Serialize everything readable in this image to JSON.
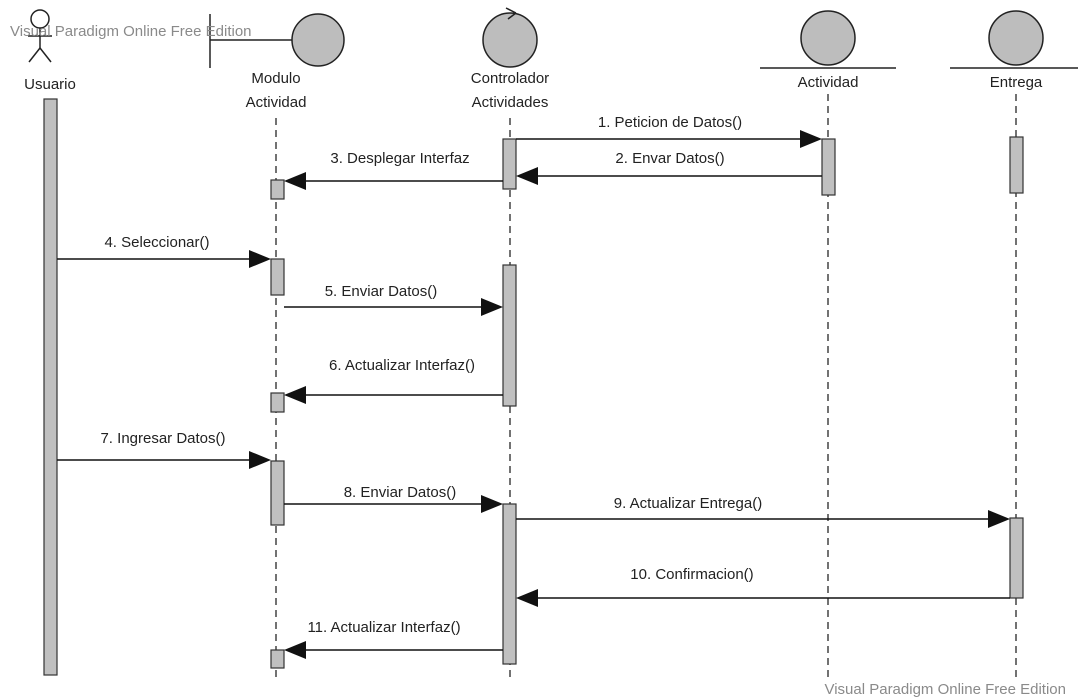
{
  "watermark": {
    "top": "Visual Paradigm Online Free Edition",
    "bottom": "Visual Paradigm Online Free Edition"
  },
  "participants": [
    {
      "id": "usuario",
      "kind": "actor",
      "label_lines": [
        "Usuario"
      ]
    },
    {
      "id": "modulo",
      "kind": "boundary",
      "label_lines": [
        "Modulo",
        "Actividad"
      ]
    },
    {
      "id": "controlador",
      "kind": "control",
      "label_lines": [
        "Controlador",
        "Actividades"
      ]
    },
    {
      "id": "actividad",
      "kind": "entity",
      "label_lines": [
        "Actividad"
      ]
    },
    {
      "id": "entrega",
      "kind": "entity",
      "label_lines": [
        "Entrega"
      ]
    }
  ],
  "messages": [
    {
      "num": 1,
      "label": "1. Peticion de Datos()",
      "from": "controlador",
      "to": "actividad",
      "kind": "call"
    },
    {
      "num": 2,
      "label": "2. Envar Datos()",
      "from": "actividad",
      "to": "controlador",
      "kind": "return"
    },
    {
      "num": 3,
      "label": "3. Desplegar Interfaz",
      "from": "controlador",
      "to": "modulo",
      "kind": "return"
    },
    {
      "num": 4,
      "label": "4. Seleccionar()",
      "from": "usuario",
      "to": "modulo",
      "kind": "call"
    },
    {
      "num": 5,
      "label": "5. Enviar Datos()",
      "from": "modulo",
      "to": "controlador",
      "kind": "call"
    },
    {
      "num": 6,
      "label": "6. Actualizar Interfaz()",
      "from": "controlador",
      "to": "modulo",
      "kind": "return"
    },
    {
      "num": 7,
      "label": "7. Ingresar Datos()",
      "from": "usuario",
      "to": "modulo",
      "kind": "call"
    },
    {
      "num": 8,
      "label": "8. Enviar Datos()",
      "from": "modulo",
      "to": "controlador",
      "kind": "call"
    },
    {
      "num": 9,
      "label": "9. Actualizar Entrega()",
      "from": "controlador",
      "to": "entrega",
      "kind": "call"
    },
    {
      "num": 10,
      "label": "10. Confirmacion()",
      "from": "entrega",
      "to": "controlador",
      "kind": "return"
    },
    {
      "num": 11,
      "label": "11. Actualizar Interfaz()",
      "from": "controlador",
      "to": "modulo",
      "kind": "return"
    }
  ]
}
